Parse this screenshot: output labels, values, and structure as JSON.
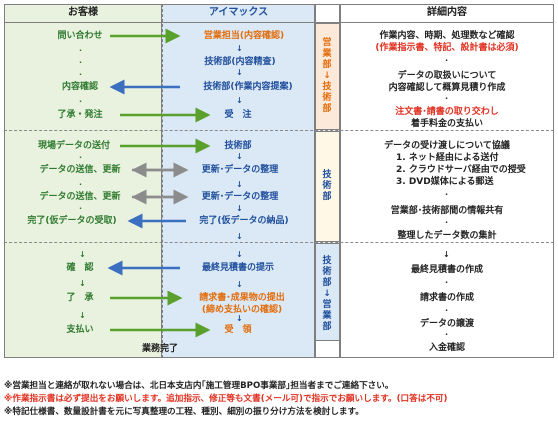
{
  "headers": {
    "customer": "お客様",
    "aimax": "アイマックス",
    "details": "詳細内容"
  },
  "side_labels": {
    "section1": [
      "営",
      "業",
      "部",
      "↓",
      "技",
      "術",
      "部"
    ],
    "section2": [
      "技",
      "術",
      "部"
    ],
    "section3": [
      "技",
      "術",
      "部",
      "↓",
      "営",
      "業",
      "部"
    ]
  },
  "customer": {
    "inquiry": "問い合わせ",
    "content_confirm": "内容確認",
    "approve_order": "了承・発注",
    "send_site_data": "現場データの送付",
    "send_update_1": "データの送信、更新",
    "send_update_2": "データの送信、更新",
    "complete_receipt": "完了(仮データの受取)",
    "confirm": "確　認",
    "approve": "了　承",
    "payment": "支払い",
    "business_complete": "業務完了"
  },
  "aimax": {
    "sales_confirm": "営業担当(内容確認)",
    "tech_review": "技術部(内容精査)",
    "tech_proposal": "技術部(作業内容提案)",
    "accept": "受　注",
    "tech": "技術部",
    "update_organize_1": "更新･データの整理",
    "update_organize_2": "更新･データの整理",
    "complete_delivery": "完了(仮データの納品)",
    "final_estimate": "最終見積書の提示",
    "invoice_submit": "請求書･成果物の提出",
    "invoice_note": "(締め支払いの確認)",
    "receive": "受　領"
  },
  "details": {
    "s1": [
      "作業内容、時期、処理数など確認",
      "(作業指示書、特記、設計書は必須)",
      "データの取扱いについて",
      "内容確認して概算見積り作成",
      "注文書･請書の取り交わし",
      "着手料金の支払い"
    ],
    "s2": [
      "データの受け渡しについて協議",
      "1. ネット経由による送付",
      "2. クラウドサーバ経由での授受",
      "3. DVD媒体による郵送",
      "営業部･技術部間の情報共有",
      "整理したデータ数の集計"
    ],
    "s3": [
      "最終見積書の作成",
      "請求書の作成",
      "データの譲渡",
      "入金確認"
    ]
  },
  "notes": [
    "※営業担当と連絡が取れない場合は、北日本支店内｢施工管理BPO事業部｣担当者までご連絡下さい。",
    "※作業指示書は必ず提出をお願いします。追加指示、修正等も文書(メール可)で指示でお願いします。(口答は不可)",
    "※特記仕様書、数量設計書を元に写真整理の工程、種別、細別の振り分け方法を検討します。"
  ],
  "colors": {
    "customer_bg": "#e9f2df",
    "aimax_bg": "#dbe8f5",
    "section1_bg": "#fde9d9",
    "section2_bg": "#fff8e6",
    "section3_bg": "#dbe8f5",
    "green_arrow": "#5aa02c",
    "blue_arrow": "#3b6fc0",
    "gray_arrow": "#8c8c8c"
  }
}
